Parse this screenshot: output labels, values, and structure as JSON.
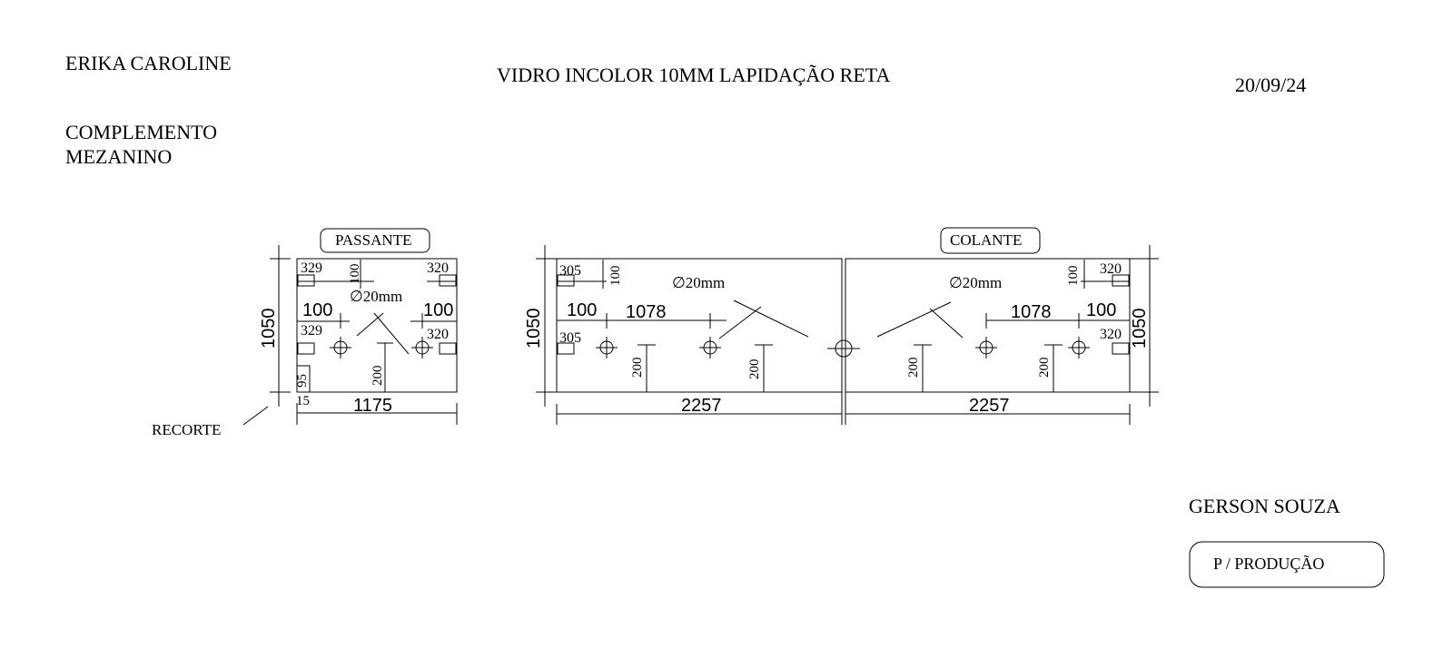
{
  "header": {
    "client": "ERIKA CAROLINE",
    "project_line1": "COMPLEMENTO",
    "project_line2": "MEZANINO",
    "title": "VIDRO INCOLOR 10MM LAPIDAÇÃO RETA",
    "date": "20/09/24"
  },
  "footer": {
    "author": "GERSON SOUZA",
    "status": "P / PRODUÇÃO"
  },
  "panel_small": {
    "tag": "PASSANTE",
    "height": "1050",
    "width": "1175",
    "hole_dim": "∅20mm",
    "top_left_x": "329",
    "top_left_y": "100",
    "top_right_x": "320",
    "mid_left_x": "329",
    "mid_right_x": "320",
    "offset_left": "100",
    "offset_right": "100",
    "bottom_vert": "200",
    "cut_h": "95",
    "cut_w": "15",
    "cut_label": "RECORTE"
  },
  "panel_left": {
    "height": "1050",
    "width": "2257",
    "hole_dim": "∅20mm",
    "top_x": "305",
    "top_y": "100",
    "mid_x": "305",
    "offset": "100",
    "spacing": "1078",
    "bottom_vert_1": "200",
    "bottom_vert_2": "200"
  },
  "panel_right": {
    "tag": "COLANTE",
    "height": "1050",
    "width": "2257",
    "hole_dim": "∅20mm",
    "top_x": "320",
    "top_y": "100",
    "mid_x": "320",
    "offset": "100",
    "spacing": "1078",
    "bottom_vert_1": "200",
    "bottom_vert_2": "200"
  }
}
